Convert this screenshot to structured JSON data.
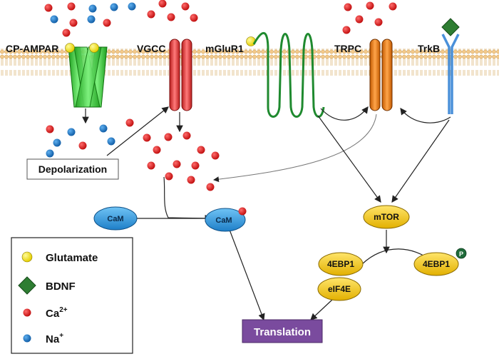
{
  "labels": {
    "cp_ampar": "CP-AMPAR",
    "vgcc": "VGCC",
    "mglur1": "mGluR1",
    "trpc": "TRPC",
    "trkb": "TrkB",
    "depolarization": "Depolarization",
    "cam_left": "CaM",
    "cam_right": "CaM",
    "mtor": "mTOR",
    "ebp1_left": "4EBP1",
    "ebp1_right": "4EBP1",
    "eif4e": "eIF4E",
    "phospho": "P",
    "translation": "Translation"
  },
  "legend": {
    "glutamate": "Glutamate",
    "bdnf": "BDNF",
    "ca": "Ca",
    "ca_sup": "2+",
    "na": "Na",
    "na_sup": "+"
  },
  "colors": {
    "membrane": "#f2d7a4",
    "ampar": "#33cc33",
    "vgcc": "#e84a4a",
    "mglur": "#2f9e44",
    "trpc": "#f07a1a",
    "trkb": "#4a90d9",
    "calcium": "#d7191c",
    "sodium": "#1f78c8",
    "glutamate": "#f5e50a",
    "bdnf": "#2e7d32",
    "cam": "#3aa0e0",
    "mtor": "#f5c400",
    "translation": "#7a4b9e"
  }
}
